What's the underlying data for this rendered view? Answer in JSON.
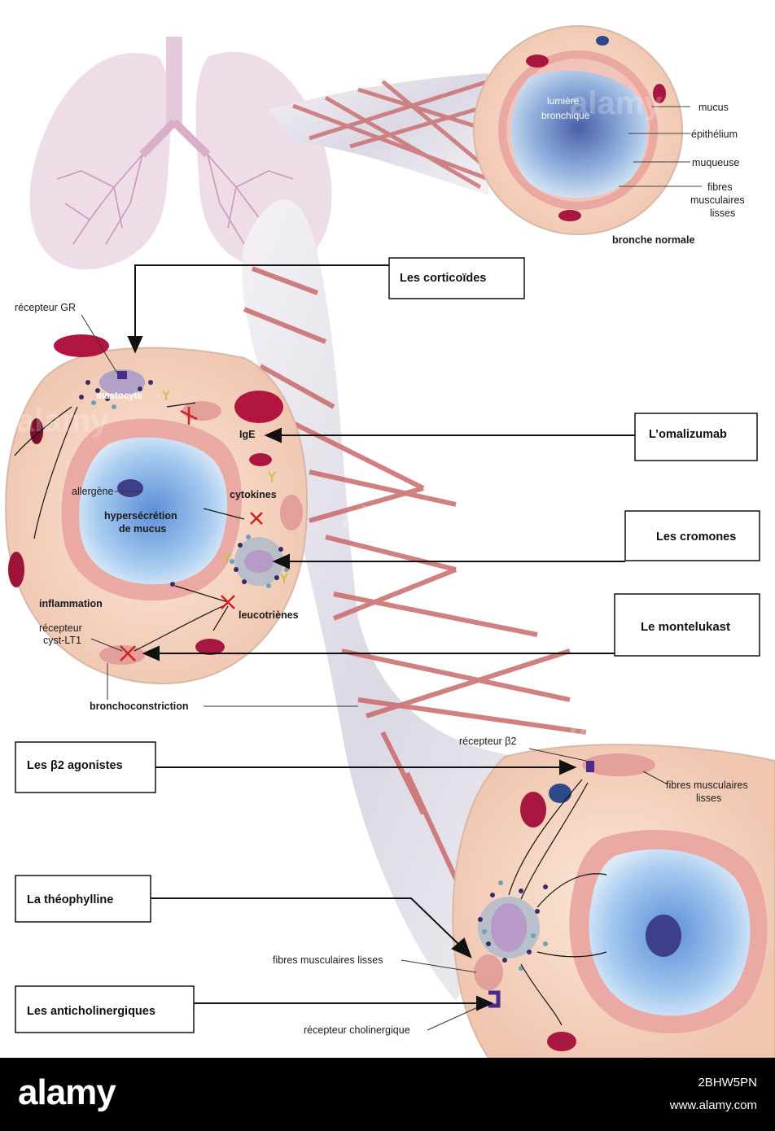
{
  "labels": {
    "lumiere_1": "lumière",
    "lumiere_2": "bronchique",
    "mucus": "mucus",
    "epithelium": "épithélium",
    "muqueuse": "muqueuse",
    "fibres_1": "fibres",
    "fibres_2": "musculaires",
    "fibres_3": "lisses",
    "bronche_normale": "bronche normale",
    "recepteur_gr": "récepteur GR",
    "mastocyte": "mastocyte",
    "ige": "IgE",
    "allergene": "allergène",
    "cytokines": "cytokines",
    "hypersecretion_1": "hypersécrétion",
    "hypersecretion_2": "de mucus",
    "inflammation": "inflammation",
    "leucotrienes": "leucotriènes",
    "recepteur_cyst_1": "récepteur",
    "recepteur_cyst_2": "cyst-LT1",
    "bronchoconstriction": "bronchoconstriction",
    "recepteur_b2": "récepteur β2",
    "fibres_b2_1": "fibres musculaires",
    "fibres_b2_2": "lisses",
    "fibres_lisses": "fibres musculaires lisses",
    "recepteur_chol": "récepteur cholinergique"
  },
  "drug_boxes": {
    "corticoides": "Les corticoïdes",
    "omalizumab": "L’omalizumab",
    "cromones": "Les cromones",
    "montelukast": "Le montelukast",
    "b2_agonistes": "Les β2 agonistes",
    "theophylline": "La théophylline",
    "anticholinergiques": "Les anticholinergiques"
  },
  "watermark": "alamy",
  "footer": {
    "logo": "alamy",
    "image_id": "2BHW5PN",
    "url": "www.alamy.com"
  },
  "colors": {
    "muscle": "#c96a6a",
    "lung": "#ead3e2",
    "tissue": "#f6dcc8",
    "lumen": "#8fb4e0",
    "epithelium": "#e8a6a0",
    "vessel": "#b0163f",
    "receptor": "#4a2a8a"
  }
}
